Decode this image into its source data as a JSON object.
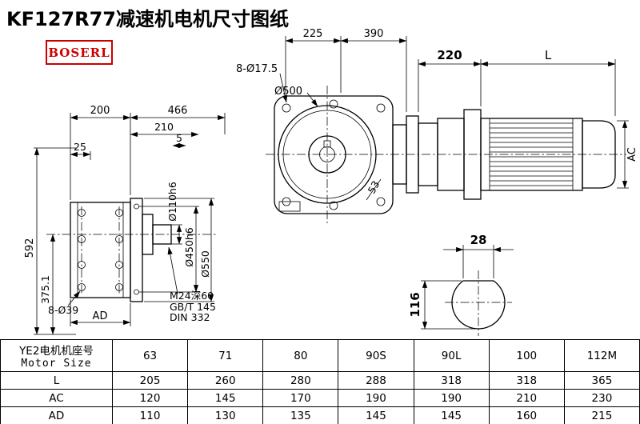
{
  "title": "KF127R77减速机电机尺寸图纸",
  "brand": {
    "logo_text": "BOSERL",
    "color": "#cc0000"
  },
  "views": {
    "front": {
      "dim_225": "225",
      "dim_390": "390",
      "holes": "8-Ø17.5",
      "flange_dia": "Ø500",
      "dim_53": "53"
    },
    "motor": {
      "dim_220": "220",
      "dim_L": "L",
      "dim_AC": "AC"
    },
    "side": {
      "dim_200": "200",
      "dim_466": "466",
      "dim_210": "210",
      "dim_5": "5",
      "dim_25": "25",
      "dim_592": "592",
      "dim_375_1": "375.1",
      "holes": "8-Ø39",
      "dim_AD": "AD",
      "shaft_dia": "Ø110h6",
      "spigot_dia": "Ø450h6",
      "flange_dia": "Ø550",
      "tap_line1": "M24深60",
      "tap_line2": "GB/T 145",
      "tap_line3": "DIN 332"
    },
    "section": {
      "key_width": "28",
      "dia": "116"
    }
  },
  "table": {
    "row_label_line1": "YE2电机机座号",
    "row_label_line2": "Motor Size",
    "columns": [
      "63",
      "71",
      "80",
      "90S",
      "90L",
      "100",
      "112M"
    ],
    "rows": [
      {
        "label": "L",
        "values": [
          "205",
          "260",
          "280",
          "288",
          "318",
          "318",
          "365"
        ]
      },
      {
        "label": "AC",
        "values": [
          "120",
          "145",
          "170",
          "190",
          "190",
          "210",
          "230"
        ]
      },
      {
        "label": "AD",
        "values": [
          "110",
          "130",
          "135",
          "145",
          "145",
          "160",
          "215"
        ]
      }
    ]
  }
}
